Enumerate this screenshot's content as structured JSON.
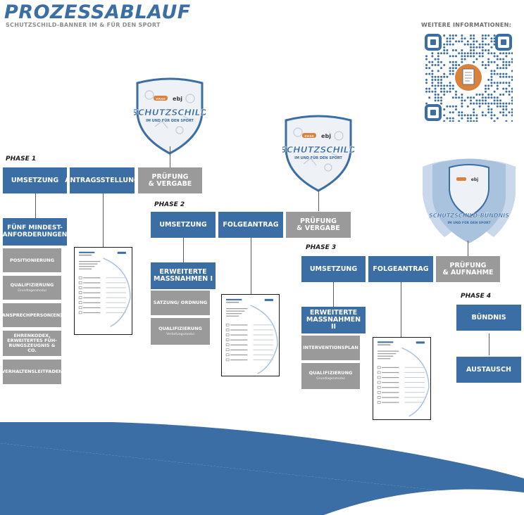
{
  "header": {
    "title": "PROZESSABLAUF",
    "subtitle": "SCHUTZSCHILD-BANNER IM & FÜR DEN SPORT",
    "info_label": "WEITERE INFORMATIONEN:"
  },
  "shield": {
    "name": "SCHUTZSCHILD",
    "tagline": "IM UND FÜR DEN SPORT",
    "badge_left": "ewae",
    "badge_right": "ebj"
  },
  "bundle_shield": {
    "name": "SCHUTZSCHILD-BÜNDNIS",
    "tagline": "IM UND FÜR DEN SPORT"
  },
  "phase1": {
    "label": "PHASE 1",
    "umsetzung": "UMSETZUNG",
    "antrag": "ANTRAGSSTELLUNG",
    "pruefung": [
      "PRÜFUNG",
      "& VERGABE"
    ],
    "min_req": [
      "FÜNF MINDEST-",
      "ANFORDERUNGEN"
    ],
    "items": [
      {
        "lines": [
          "POSITIONIERUNG"
        ],
        "sub": ""
      },
      {
        "lines": [
          "QUALIFIZIERUNG"
        ],
        "sub": "Grundlagenmodul"
      },
      {
        "lines": [
          "ANSPRECHPERSON(EN)"
        ],
        "sub": ""
      },
      {
        "lines": [
          "EHRENKODEX,",
          "ERWEITERTES FÜH-",
          "RUNGSZEUGNIS & CO."
        ],
        "sub": ""
      },
      {
        "lines": [
          "VERHALTENSLEITFADEN"
        ],
        "sub": ""
      }
    ]
  },
  "phase2": {
    "label": "PHASE 2",
    "umsetzung": "UMSETZUNG",
    "folgeantrag": "FOLGEANTRAG",
    "pruefung": [
      "PRÜFUNG",
      "& VERGABE"
    ],
    "measures": [
      "ERWEITERTE",
      "MASSNAHMEN I"
    ],
    "items": [
      {
        "lines": [
          "SATZUNG/ ORDNUNG"
        ],
        "sub": ""
      },
      {
        "lines": [
          "QUALIFIZIERUNG"
        ],
        "sub": "Vertiefungsmodul"
      }
    ]
  },
  "phase3": {
    "label": "PHASE 3",
    "umsetzung": "UMSETZUNG",
    "folgeantrag": "FOLGEANTRAG",
    "pruefung": [
      "PRÜFUNG",
      "& AUFNAHME"
    ],
    "measures": [
      "ERWEITERTE",
      "MASSNAHMEN II"
    ],
    "items": [
      {
        "lines": [
          "INTERVENTIONSPLAN"
        ],
        "sub": ""
      },
      {
        "lines": [
          "QUALIFIZIERUNG"
        ],
        "sub": "Grundlagenmodul"
      }
    ]
  },
  "phase4": {
    "label": "PHASE 4",
    "buendnis": "BÜNDNIS",
    "austausch": "AUSTAUSCH"
  },
  "colors": {
    "blue": "#3a6ea5",
    "gray": "#9a9a9a",
    "light_blue": "#a9c2de"
  }
}
